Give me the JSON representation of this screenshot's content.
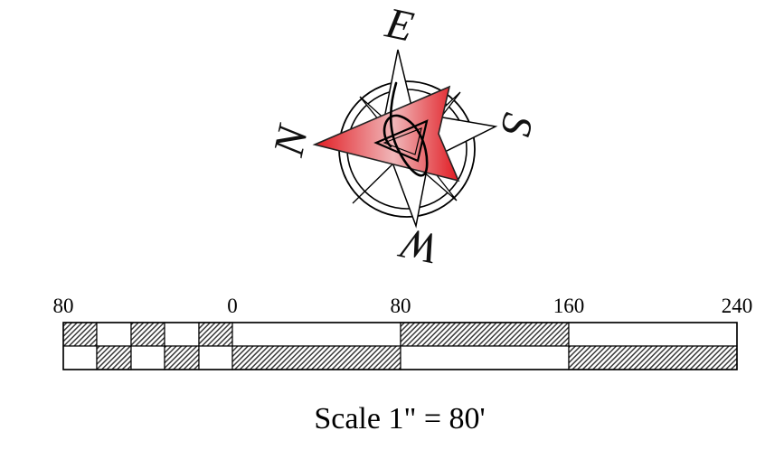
{
  "compass": {
    "directions": {
      "north": "N",
      "east": "E",
      "south": "S",
      "west": "W"
    },
    "needle_color": "#e11b22",
    "needle_fade_color": "#f4f4f4"
  },
  "scale_bar": {
    "tick_labels": [
      "80",
      "0",
      "80",
      "160",
      "240"
    ],
    "caption": "Scale 1\" = 80'",
    "hatch_color": "#3a3a3a"
  }
}
